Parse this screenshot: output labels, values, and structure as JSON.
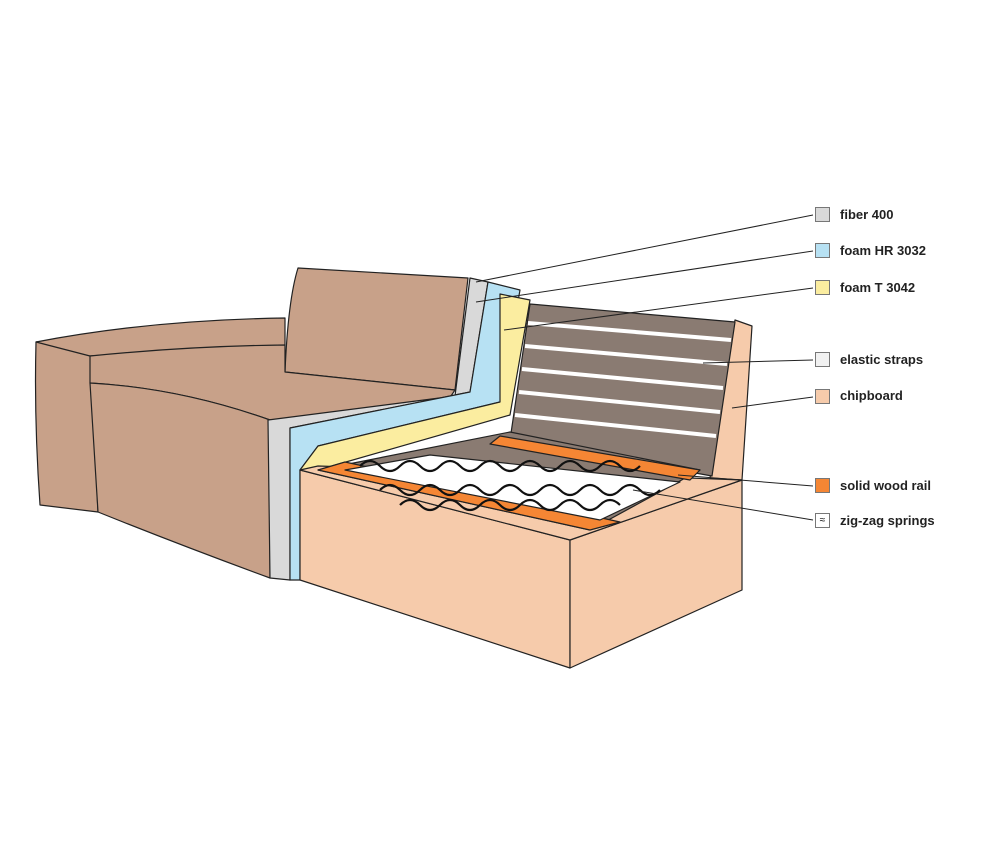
{
  "diagram": {
    "legend": [
      {
        "id": "fiber",
        "label": "fiber 400",
        "color": "#d9d9d9"
      },
      {
        "id": "foam-hr",
        "label": "foam HR 3032",
        "color": "#b7e1f3"
      },
      {
        "id": "foam-t",
        "label": "foam T 3042",
        "color": "#fbeda0"
      },
      {
        "id": "straps",
        "label": "elastic straps",
        "color": "#f1f1f1"
      },
      {
        "id": "chipboard",
        "label": "chipboard",
        "color": "#f6cbab"
      },
      {
        "id": "rail",
        "label": "solid wood rail",
        "color": "#f58634"
      },
      {
        "id": "springs",
        "label": "zig-zag springs",
        "color": "#ffffff"
      }
    ],
    "colors": {
      "upholstery": "#c8a189",
      "strap_gap": "#8a7b72"
    }
  }
}
